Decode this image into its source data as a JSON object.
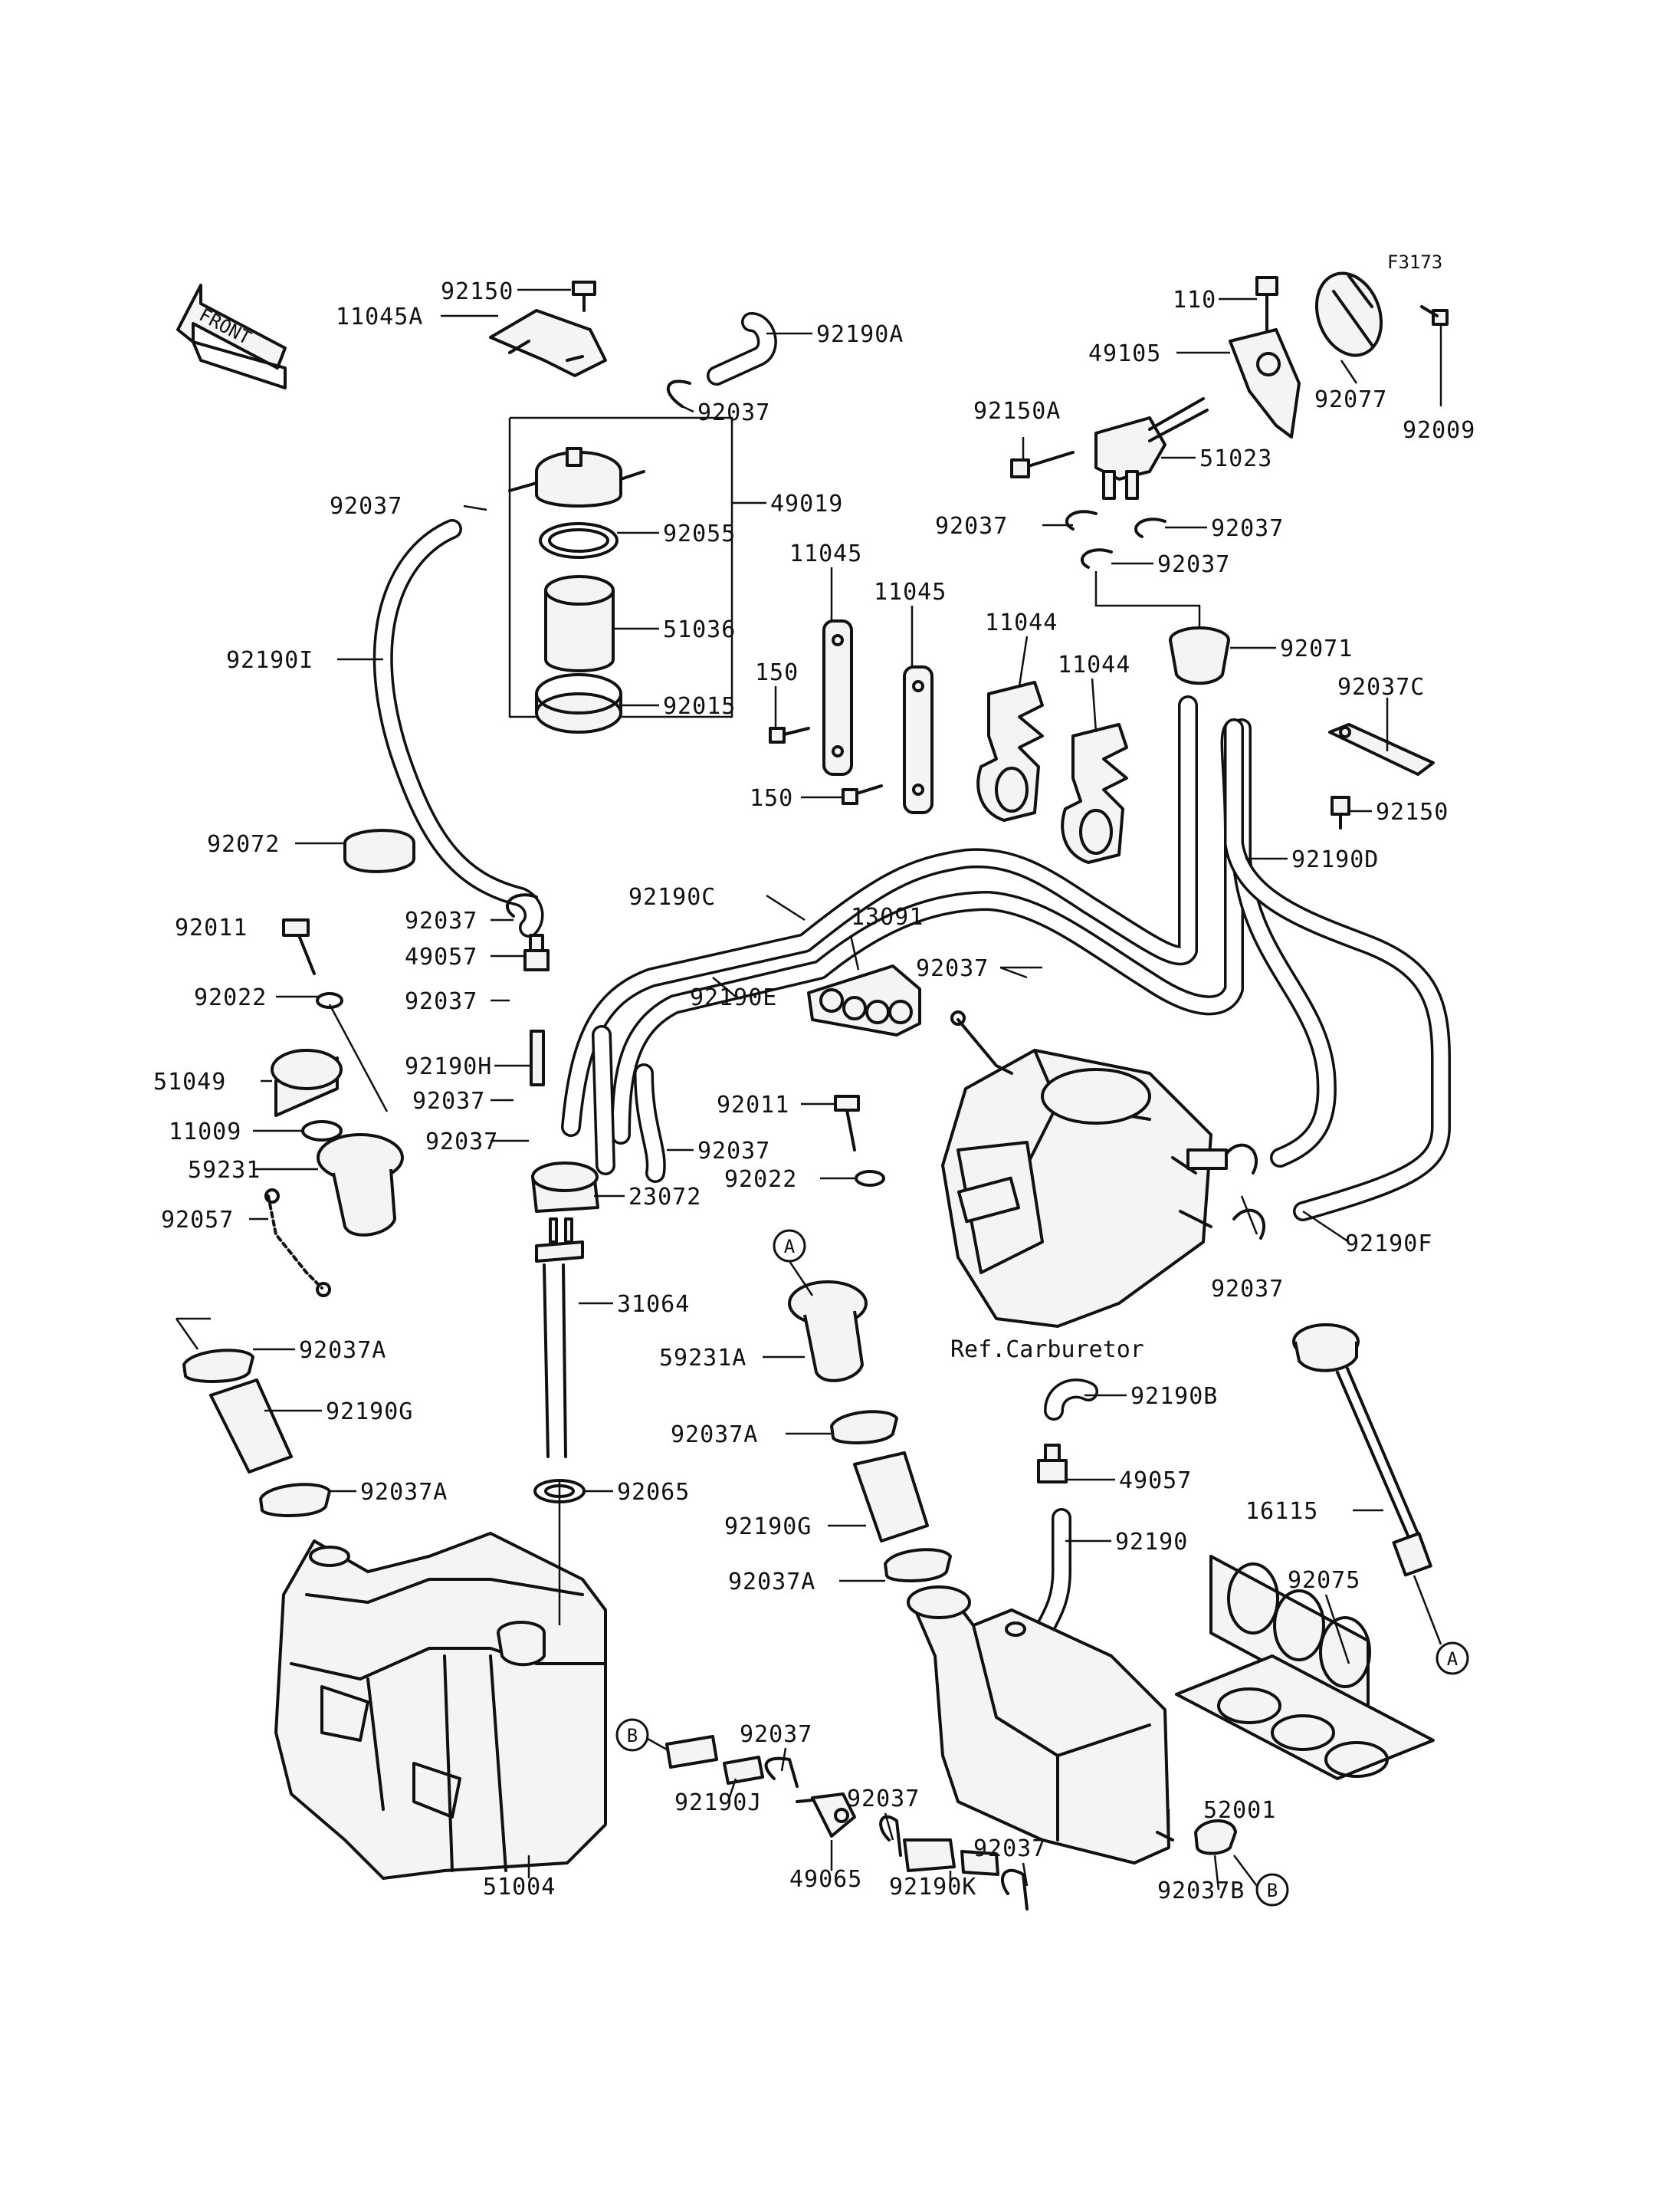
{
  "figure_code": "F3173",
  "front_label": "FRONT",
  "ref_carburetor": "Ref.Carburetor",
  "circle_markers": [
    {
      "id": "A1",
      "letter": "A"
    },
    {
      "id": "A2",
      "letter": "A"
    },
    {
      "id": "B1",
      "letter": "B"
    },
    {
      "id": "B2",
      "letter": "B"
    }
  ],
  "callouts": [
    {
      "id": "c1",
      "text": "92150"
    },
    {
      "id": "c2",
      "text": "11045A"
    },
    {
      "id": "c3",
      "text": "92190A"
    },
    {
      "id": "c4",
      "text": "92037"
    },
    {
      "id": "c5",
      "text": "92037"
    },
    {
      "id": "c6",
      "text": "49019"
    },
    {
      "id": "c7",
      "text": "92055"
    },
    {
      "id": "c8",
      "text": "51036"
    },
    {
      "id": "c9",
      "text": "92015"
    },
    {
      "id": "c10",
      "text": "92190I"
    },
    {
      "id": "c11",
      "text": "11045"
    },
    {
      "id": "c12",
      "text": "11045"
    },
    {
      "id": "c13",
      "text": "150"
    },
    {
      "id": "c14",
      "text": "150"
    },
    {
      "id": "c15",
      "text": "11044"
    },
    {
      "id": "c16",
      "text": "11044"
    },
    {
      "id": "c17",
      "text": "110"
    },
    {
      "id": "c18",
      "text": "49105"
    },
    {
      "id": "c19",
      "text": "92077"
    },
    {
      "id": "c20",
      "text": "92009"
    },
    {
      "id": "c21",
      "text": "92150A"
    },
    {
      "id": "c22",
      "text": "51023"
    },
    {
      "id": "c23",
      "text": "92037"
    },
    {
      "id": "c24",
      "text": "92037"
    },
    {
      "id": "c25",
      "text": "92037"
    },
    {
      "id": "c26",
      "text": "92071"
    },
    {
      "id": "c27",
      "text": "92037C"
    },
    {
      "id": "c28",
      "text": "92150"
    },
    {
      "id": "c29",
      "text": "92190D"
    },
    {
      "id": "c30",
      "text": "92072"
    },
    {
      "id": "c31",
      "text": "92190C"
    },
    {
      "id": "c32",
      "text": "92011"
    },
    {
      "id": "c33",
      "text": "92037"
    },
    {
      "id": "c34",
      "text": "49057"
    },
    {
      "id": "c35",
      "text": "13091"
    },
    {
      "id": "c36",
      "text": "92037"
    },
    {
      "id": "c37",
      "text": "92022"
    },
    {
      "id": "c38",
      "text": "92037"
    },
    {
      "id": "c39",
      "text": "92190E"
    },
    {
      "id": "c40",
      "text": "92190H"
    },
    {
      "id": "c41",
      "text": "51049"
    },
    {
      "id": "c42",
      "text": "92037"
    },
    {
      "id": "c43",
      "text": "92011"
    },
    {
      "id": "c44",
      "text": "11009"
    },
    {
      "id": "c45",
      "text": "92037"
    },
    {
      "id": "c46",
      "text": "92037"
    },
    {
      "id": "c47",
      "text": "59231"
    },
    {
      "id": "c48",
      "text": "92022"
    },
    {
      "id": "c49",
      "text": "23072"
    },
    {
      "id": "c50",
      "text": "92057"
    },
    {
      "id": "c51",
      "text": "92037"
    },
    {
      "id": "c52",
      "text": "92190F"
    },
    {
      "id": "c53",
      "text": "31064"
    },
    {
      "id": "c54",
      "text": "92037A"
    },
    {
      "id": "c55",
      "text": "59231A"
    },
    {
      "id": "c56",
      "text": "92190G"
    },
    {
      "id": "c57",
      "text": "92190B"
    },
    {
      "id": "c58",
      "text": "92037A"
    },
    {
      "id": "c59",
      "text": "92037A"
    },
    {
      "id": "c60",
      "text": "92065"
    },
    {
      "id": "c61",
      "text": "49057"
    },
    {
      "id": "c62",
      "text": "16115"
    },
    {
      "id": "c63",
      "text": "92190G"
    },
    {
      "id": "c64",
      "text": "92190"
    },
    {
      "id": "c65",
      "text": "92075"
    },
    {
      "id": "c66",
      "text": "92037A"
    },
    {
      "id": "c67",
      "text": "92037"
    },
    {
      "id": "c68",
      "text": "92037"
    },
    {
      "id": "c69",
      "text": "92190J"
    },
    {
      "id": "c70",
      "text": "52001"
    },
    {
      "id": "c71",
      "text": "92037"
    },
    {
      "id": "c72",
      "text": "49065"
    },
    {
      "id": "c73",
      "text": "92190K"
    },
    {
      "id": "c74",
      "text": "92037B"
    },
    {
      "id": "c75",
      "text": "51004"
    }
  ]
}
